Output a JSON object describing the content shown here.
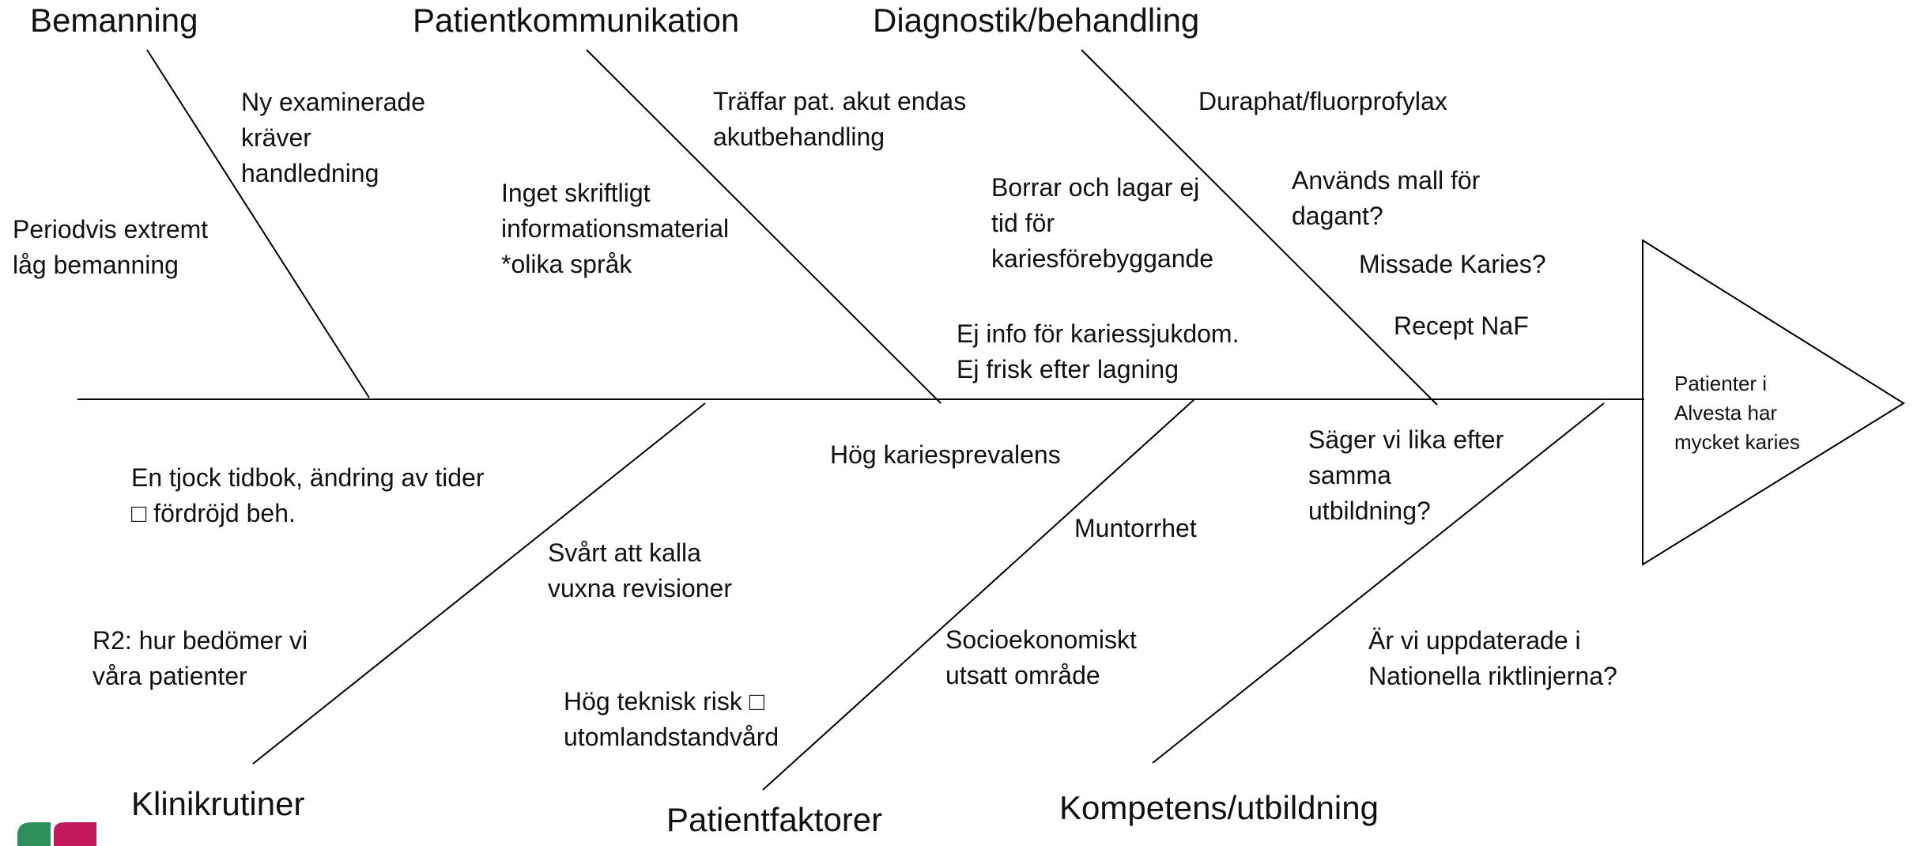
{
  "diagram": {
    "type": "fishbone",
    "effect": "Patienter i\nAlvesta har\nmycket karies",
    "categories": {
      "top": [
        {
          "name": "Bemanning",
          "causes": [
            "Ny examinerade\nkräver\nhandledning",
            "Periodvis extremt\nlåg bemanning"
          ]
        },
        {
          "name": "Patientkommunikation",
          "causes": [
            "Träffar pat. akut endas\nakutbehandling",
            "Inget skriftligt\ninformationsmaterial\n*olika språk"
          ]
        },
        {
          "name": "Diagnostik/behandling",
          "causes": [
            "Duraphat/fluorprofylax",
            "Används mall för\ndagant?",
            "Missade Karies?",
            "Recept NaF",
            "Borrar och lagar ej\ntid för\nkariesförebyggande",
            "Ej info för kariessjukdom.\nEj frisk efter lagning"
          ]
        }
      ],
      "bottom": [
        {
          "name": "Klinikrutiner",
          "causes": [
            "En tjock tidbok, ändring av tider\n□   fördröjd beh.",
            "R2: hur bedömer vi\nvåra patienter",
            "Svårt att kalla\nvuxna revisioner"
          ]
        },
        {
          "name": "Patientfaktorer",
          "causes": [
            "Hög kariesprevalens",
            "Muntorrhet",
            "Socioekonomiskt\nutsatt område",
            "Hög teknisk risk □\nutomlandstandvård"
          ]
        },
        {
          "name": "Kompetens/utbildning",
          "causes": [
            "Säger vi lika efter\nsamma\nutbildning?",
            "Är vi uppdaterade i\nNationella riktlinjerna?"
          ]
        }
      ]
    },
    "logo_colors": [
      "#2f8f5b",
      "#c2185b"
    ]
  }
}
